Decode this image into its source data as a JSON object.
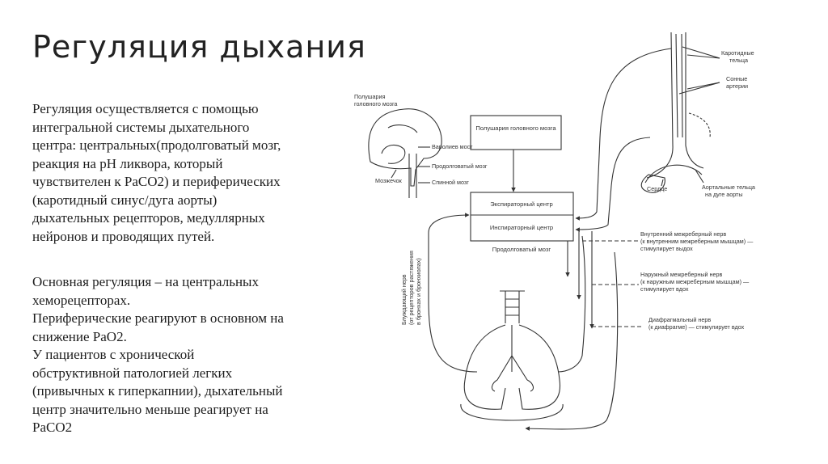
{
  "slide": {
    "title": "Регуляция дыхания",
    "para1_lines": [
      "Регуляция осуществляется с помощью",
      "интегральной системы дыхательного",
      "центра: центральных(продолговатый мозг,",
      "реакция на рН ликвора, который",
      "чувствителен к PaCO2) и периферических",
      "(каротидный синус/дуга аорты)",
      "дыхательных рецепторов, медуллярных",
      "нейронов и проводящих путей."
    ],
    "para2_lines": [
      "Основная регуляция – на центральных",
      "хеморецепторах.",
      "Периферические реагируют в основном на",
      "снижение PaO2.",
      "У пациентов с хронической",
      "обструктивной патологией легких",
      "(привычных к гиперкапнии), дыхательный",
      "центр значительно меньше реагирует на",
      "PaCO2"
    ]
  },
  "diagram": {
    "brain_label_1": "Полушария",
    "brain_label_2": "головного мозга",
    "pons": "Варолиев мост",
    "medulla": "Продолговатый мозг",
    "spinal_cord": "Спинной мозг",
    "cerebellum": "Мозжечок",
    "box_hemispheres": "Полушария головного мозга",
    "box_expiratory": "Экспираторный центр",
    "box_inspiratory": "Инспираторный центр",
    "box_medulla": "Продолговатый мозг",
    "carotid_1": "Каротидные",
    "carotid_2": "тельца",
    "arteries_1": "Сонные",
    "arteries_2": "артерии",
    "heart": "Сердце",
    "aortic_1": "Аортальные тельца",
    "aortic_2": "на дуге аорты",
    "internal_1": "Внутренний межреберный нерв",
    "internal_2": "(к внутренним межреберным мышцам) —",
    "internal_3": "стимулирует выдох",
    "external_1": "Наружный межреберный нерв",
    "external_2": "(к наружным межреберным мышцам) —",
    "external_3": "стимулирует вдох",
    "phrenic_1": "Диафрагмальный нерв",
    "phrenic_2": "(к диафрагме) — стимулирует вдох",
    "vagus_1": "Блуждающий нерв",
    "vagus_2": "(от рецепторов растяжения",
    "vagus_3": "в бронхах и бронхиолах)"
  }
}
